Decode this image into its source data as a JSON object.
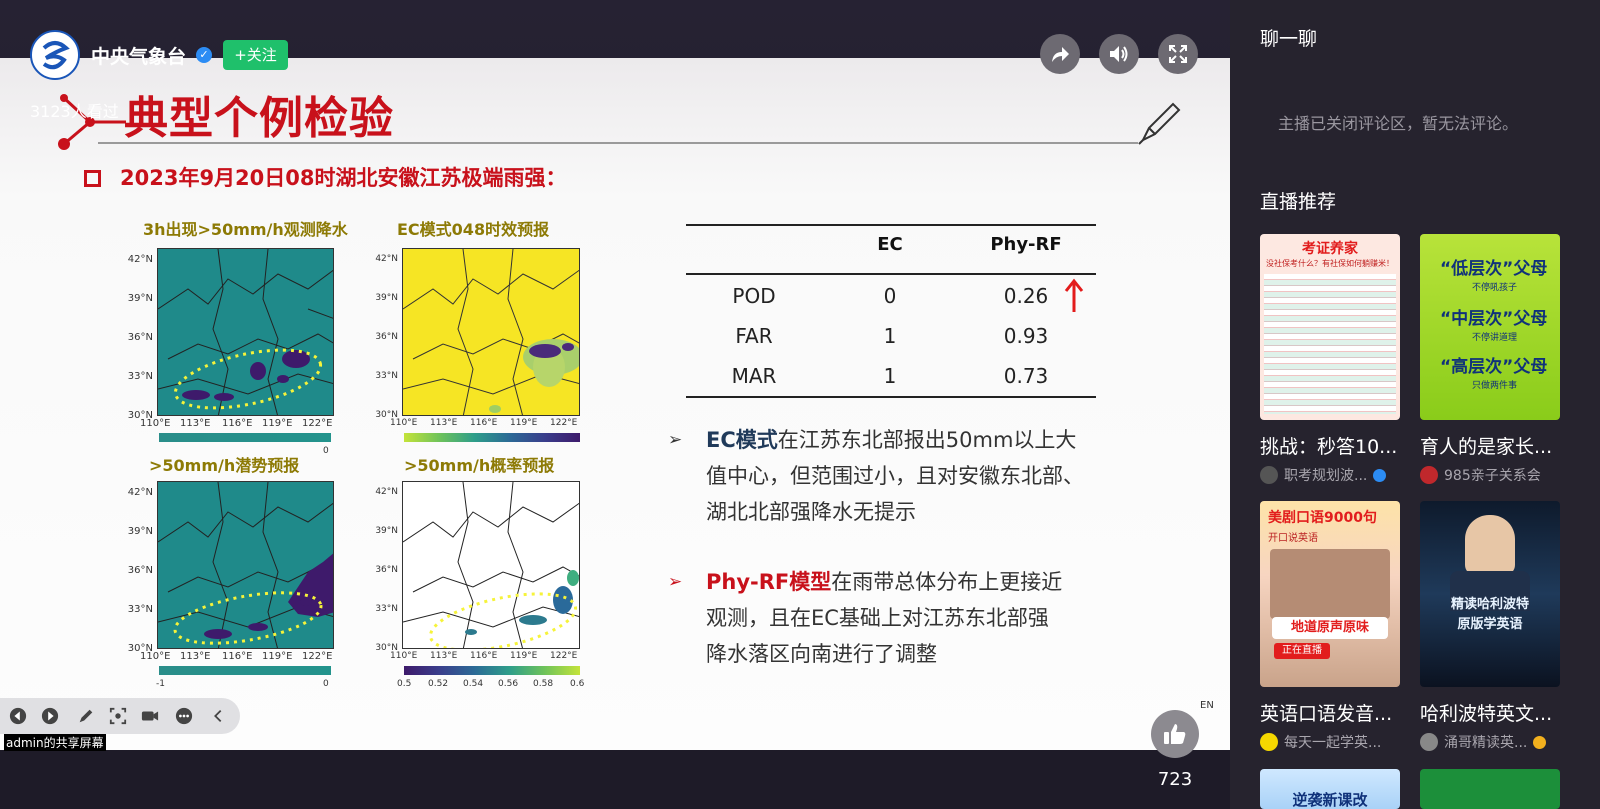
{
  "host": {
    "name": "中央气象台",
    "follow_label": "+关注",
    "viewers": "3123人看过"
  },
  "controls": {
    "share_icon": "share-icon",
    "volume_icon": "volume-icon",
    "fullscreen_icon": "fullscreen-icon"
  },
  "slide": {
    "title": "典型个例检验",
    "subtitle": "2023年9月20日08时湖北安徽江苏极端雨强：",
    "maps": [
      {
        "title": "3h出现>50mm/h观测降水",
        "cbar_min": "",
        "cbar_max": "0"
      },
      {
        "title": "EC模式048时效预报",
        "cbar_min": "",
        "cbar_max": ""
      },
      {
        "title": ">50mm/h潜势预报",
        "cbar_min": "-1",
        "cbar_max": "0"
      },
      {
        "title": ">50mm/h概率预报",
        "cbar_ticks": [
          "0.5",
          "0.52",
          "0.54",
          "0.56",
          "0.58",
          "0.6"
        ]
      }
    ],
    "lat_ticks": [
      "42°N",
      "39°N",
      "36°N",
      "33°N",
      "30°N"
    ],
    "lon_ticks": [
      "110°E",
      "113°E",
      "116°E",
      "119°E",
      "122°E"
    ],
    "table": {
      "headers": [
        "",
        "EC",
        "Phy-RF"
      ],
      "rows": [
        [
          "POD",
          "0",
          "0.26"
        ],
        [
          "FAR",
          "1",
          "0.93"
        ],
        [
          "MAR",
          "1",
          "0.73"
        ]
      ]
    },
    "bullet1": {
      "keyword": "EC模式",
      "line1": "在江苏东北部报出50mm以上大",
      "line2": "值中心，但范围过小，且对安徽东北部、",
      "line3": "湖北北部强降水无提示"
    },
    "bullet2": {
      "keyword": "Phy-RF模型",
      "line1": "在雨带总体分布上更接近",
      "line2": "观测，且在EC基础上对江苏东北部强",
      "line3": "降水落区向南进行了调整"
    },
    "en_label": "EN"
  },
  "toolbar": {
    "share_screen_label": "admin的共享屏幕"
  },
  "like": {
    "count": "723"
  },
  "panel": {
    "chat_title": "聊一聊",
    "comments_closed": "主播已关闭评论区，暂无法评论。",
    "recommend_title": "直播推荐",
    "cards": [
      {
        "title": "挑战：秒答10...",
        "author": "职考规划波...",
        "thumb_headline": "考证养家",
        "thumb_sub": "没社保考什么？有社保如何躺赚米！",
        "verified": true
      },
      {
        "title": "育人的是家长...",
        "author": "985亲子关系会",
        "thumb_lines": [
          "“低层次”父母",
          "不停吼孩子",
          "“中层次”父母",
          "不停讲道理",
          "“高层次”父母",
          "只做两件事"
        ]
      },
      {
        "title": "英语口语发音...",
        "author": "每天一起学英...",
        "thumb_headline": "美剧口语9000句",
        "thumb_sub": "开口说英语",
        "thumb_banner": "地道原声原味",
        "thumb_live": "正在直播"
      },
      {
        "title": "哈利波特英文...",
        "author": "涌哥精读英...",
        "thumb_lines": [
          "精读哈利波特",
          "原版学英语"
        ]
      },
      {
        "title": "",
        "author": "",
        "thumb_headline": "逆袭新课改"
      },
      {
        "title": "",
        "author": ""
      }
    ]
  }
}
